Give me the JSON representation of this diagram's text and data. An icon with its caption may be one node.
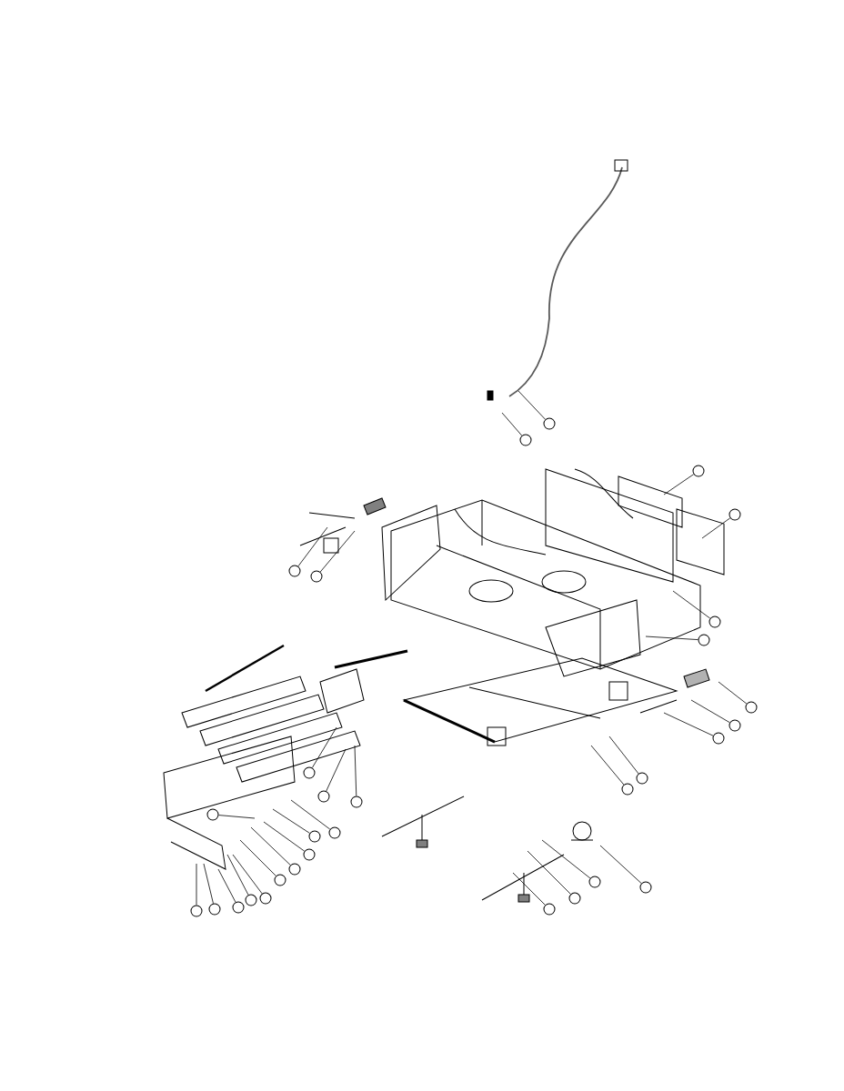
{
  "diagram": {
    "nodes": [
      {
        "text": [],
        "shape": "circle"
      },
      {
        "text": [],
        "shape": "circle"
      },
      {
        "text": [],
        "shape": "circle"
      },
      {
        "text": [],
        "shape": "circle"
      },
      {
        "text": [],
        "shape": "circle"
      },
      {
        "text": [],
        "shape": "circle"
      },
      {
        "text": [],
        "shape": "circle"
      },
      {
        "text": [],
        "shape": "circle"
      },
      {
        "text": [],
        "shape": "circle"
      },
      {
        "text": [],
        "shape": "circle"
      },
      {
        "text": [],
        "shape": "circle"
      },
      {
        "text": [],
        "shape": "circle"
      },
      {
        "text": [],
        "shape": "circle"
      },
      {
        "text": [],
        "shape": "circle"
      },
      {
        "text": [],
        "shape": "circle"
      },
      {
        "text": [],
        "shape": "circle"
      },
      {
        "text": [],
        "shape": "circle"
      },
      {
        "text": [],
        "shape": "circle"
      },
      {
        "text": [],
        "shape": "circle"
      },
      {
        "text": [],
        "shape": "circle"
      },
      {
        "text": [],
        "shape": "circle"
      },
      {
        "text": [],
        "shape": "circle"
      },
      {
        "text": [],
        "shape": "circle"
      },
      {
        "text": [],
        "shape": "circle"
      },
      {
        "text": [],
        "shape": "circle"
      },
      {
        "text": [],
        "shape": "circle"
      },
      {
        "text": [],
        "shape": "circle"
      },
      {
        "text": [],
        "shape": "circle"
      },
      {
        "text": [],
        "shape": "circle"
      },
      {
        "text": [],
        "shape": "circle"
      },
      {
        "text": [],
        "shape": "circle"
      }
    ],
    "edges": [
      {
        "from": 0,
        "to": null,
        "arrow": "none"
      },
      {
        "from": 1,
        "to": null,
        "arrow": "none"
      },
      {
        "from": 2,
        "to": null,
        "arrow": "none"
      },
      {
        "from": 3,
        "to": null,
        "arrow": "none"
      },
      {
        "from": 4,
        "to": null,
        "arrow": "none"
      },
      {
        "from": 5,
        "to": null,
        "arrow": "none"
      },
      {
        "from": 6,
        "to": null,
        "arrow": "none"
      },
      {
        "from": 7,
        "to": null,
        "arrow": "none"
      },
      {
        "from": 8,
        "to": null,
        "arrow": "none"
      },
      {
        "from": 9,
        "to": null,
        "arrow": "none"
      },
      {
        "from": 10,
        "to": null,
        "arrow": "none"
      },
      {
        "from": 11,
        "to": null,
        "arrow": "none"
      },
      {
        "from": 12,
        "to": null,
        "arrow": "none"
      },
      {
        "from": 13,
        "to": null,
        "arrow": "none"
      },
      {
        "from": 14,
        "to": null,
        "arrow": "none"
      },
      {
        "from": 15,
        "to": null,
        "arrow": "none"
      },
      {
        "from": 16,
        "to": null,
        "arrow": "none"
      },
      {
        "from": 17,
        "to": null,
        "arrow": "none"
      },
      {
        "from": 18,
        "to": null,
        "arrow": "none"
      },
      {
        "from": 19,
        "to": null,
        "arrow": "none"
      },
      {
        "from": 20,
        "to": null,
        "arrow": "none"
      },
      {
        "from": 21,
        "to": null,
        "arrow": "none"
      },
      {
        "from": 22,
        "to": null,
        "arrow": "none"
      },
      {
        "from": 23,
        "to": null,
        "arrow": "none"
      },
      {
        "from": 24,
        "to": null,
        "arrow": "none"
      },
      {
        "from": 25,
        "to": null,
        "arrow": "none"
      },
      {
        "from": 26,
        "to": null,
        "arrow": "none"
      },
      {
        "from": 27,
        "to": null,
        "arrow": "none"
      },
      {
        "from": 28,
        "to": null,
        "arrow": "none"
      },
      {
        "from": 29,
        "to": null,
        "arrow": "none"
      },
      {
        "from": 30,
        "to": null,
        "arrow": "none"
      }
    ]
  }
}
